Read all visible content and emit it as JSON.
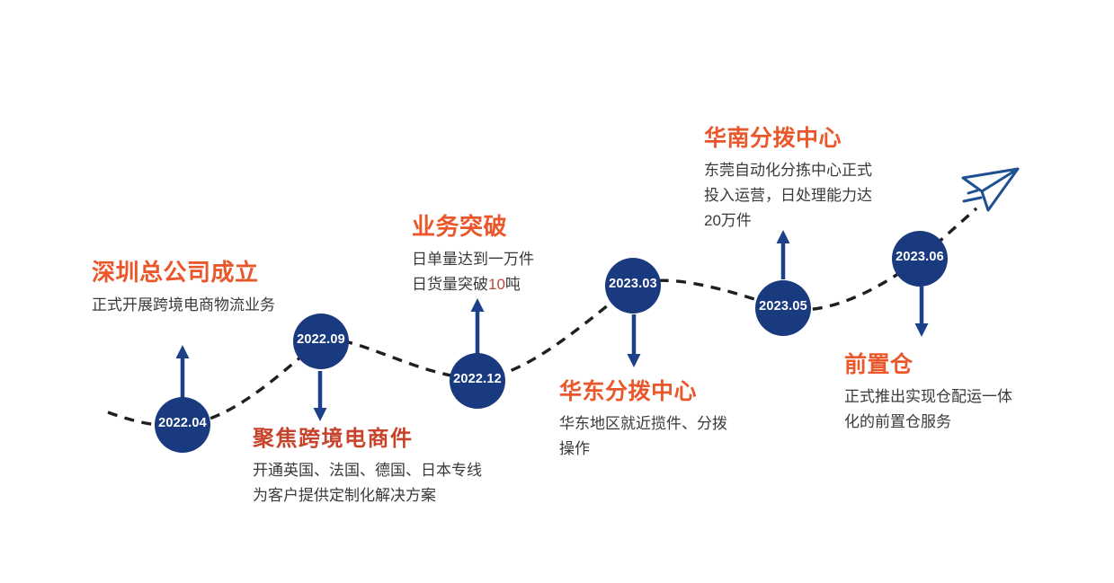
{
  "diagram": {
    "type": "timeline",
    "milestones": [
      {
        "date": "2022.04",
        "title": "深圳总公司成立",
        "lines": [
          "正式开展跨境电商物流业务"
        ],
        "direction": "up"
      },
      {
        "date": "2022.09",
        "title": "聚焦跨境电商件",
        "lines": [
          "开通英国、法国、德国、日本专线",
          "为客户提供定制化解决方案"
        ],
        "direction": "down"
      },
      {
        "date": "2022.12",
        "title": "业务突破",
        "lines": [
          "日单量达到一万件",
          {
            "prefix": "日货量突破",
            "number": "10",
            "suffix": "吨"
          }
        ],
        "direction": "up"
      },
      {
        "date": "2023.03",
        "title": "华东分拨中心",
        "lines": [
          "华东地区就近揽件、分拨",
          "操作"
        ],
        "direction": "down"
      },
      {
        "date": "2023.05",
        "title": "华南分拨中心",
        "lines": [
          "东莞自动化分拣中心正式",
          "投入运营，日处理能力达",
          "20万件"
        ],
        "direction": "up"
      },
      {
        "date": "2023.06",
        "title": "前置仓",
        "lines": [
          "正式推出实现仓配运一体",
          "化的前置仓服务"
        ],
        "direction": "down"
      }
    ],
    "icons": {
      "paper_plane": "paper-plane-icon"
    },
    "colors": {
      "node_fill": "#1a3a80",
      "arrow": "#1c4189",
      "heading_orange": "#e9572b",
      "heading_serif_red": "#c8432b",
      "body_text": "#3a3a3a",
      "dashed_line": "#1f1f1f",
      "plane_outline": "#1e5092",
      "highlight_number": "#b94a3a"
    }
  }
}
